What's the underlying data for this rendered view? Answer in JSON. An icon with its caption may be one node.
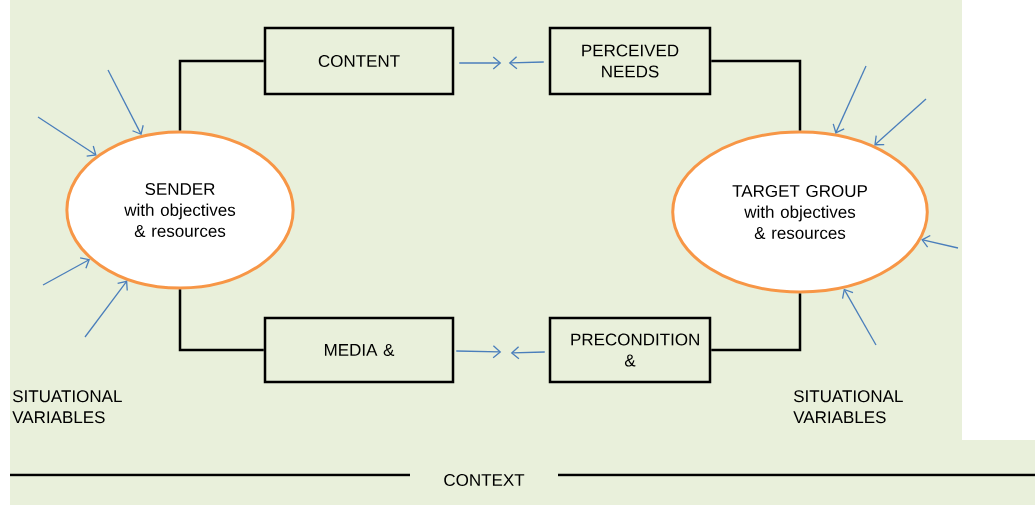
{
  "diagram": {
    "nodes": [
      {
        "text": [
          "SENDER",
          "with objectives & resources"
        ]
      },
      {
        "text": [
          "CONTENT"
        ]
      },
      {
        "text": [
          "PERCEIVED NEEDS"
        ]
      },
      {
        "text": [
          "TARGET  GROUP",
          "with objectives & resources"
        ]
      },
      {
        "text": [
          "MEDIA &"
        ]
      },
      {
        "text": [
          "PRECONDITION &"
        ]
      }
    ],
    "edges": [
      {
        "from": 0,
        "to": 1,
        "arrow": "none",
        "color": "#000000"
      },
      {
        "from": 2,
        "to": 3,
        "arrow": "none",
        "color": "#000000"
      },
      {
        "from": 0,
        "to": 4,
        "arrow": "none",
        "color": "#000000"
      },
      {
        "from": 5,
        "to": 3,
        "arrow": "none",
        "color": "#000000"
      },
      {
        "from": 1,
        "to": null,
        "arrow": "to"
      },
      {
        "from": 2,
        "to": null,
        "arrow": "to"
      },
      {
        "from": 4,
        "to": null,
        "arrow": "to"
      },
      {
        "from": 5,
        "to": null,
        "arrow": "to"
      },
      {
        "from": null,
        "to": 0,
        "arrow": "to"
      },
      {
        "from": null,
        "to": 0,
        "arrow": "to"
      },
      {
        "from": null,
        "to": 0,
        "arrow": "to"
      },
      {
        "from": null,
        "to": 0,
        "arrow": "to"
      },
      {
        "from": null,
        "to": 3,
        "arrow": "to"
      },
      {
        "from": null,
        "to": 3,
        "arrow": "to"
      },
      {
        "from": null,
        "to": 3,
        "arrow": "to"
      },
      {
        "from": null,
        "to": 3,
        "arrow": "to"
      }
    ],
    "labels": [
      "SITUATIONAL VARIABLES",
      "SITUATIONAL VARIABLES",
      "CONTEXT"
    ]
  }
}
